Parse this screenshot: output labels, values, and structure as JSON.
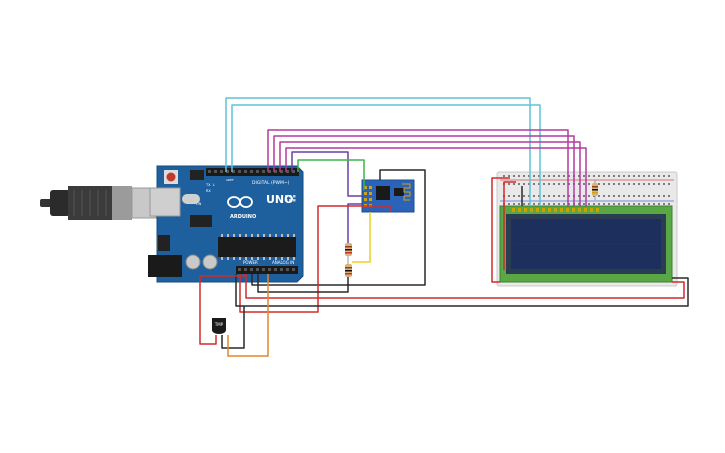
{
  "board": {
    "brand_label": "ARDUINO",
    "model_label": "UNO",
    "digital_header_label": "DIGITAL (PWM~)",
    "power_header_label": "POWER",
    "analog_header_label": "ANALOG IN",
    "tx_label": "TX",
    "rx_label": "RX",
    "on_label": "ON",
    "l_label": "L",
    "aref_label": "AREF"
  },
  "sensor": {
    "label": "TMP"
  },
  "colors": {
    "board": "#1e5f9e",
    "wire_cyan": "#5fc3d6",
    "wire_magenta": "#b23aa0",
    "wire_purple": "#6a3fa6",
    "wire_green": "#3cb54a",
    "wire_black": "#2a2a2a",
    "wire_red": "#d42a2a",
    "wire_yellow": "#e8d21e",
    "wire_orange": "#e4862a",
    "lcd_pcb": "#5aa845",
    "lcd_screen": "#1d2f5c",
    "esp_module": "#2b63b8"
  }
}
